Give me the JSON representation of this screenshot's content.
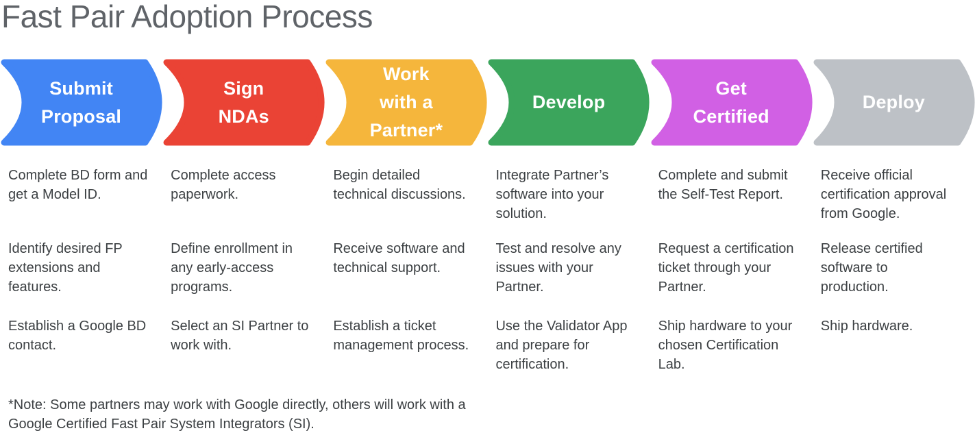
{
  "title": "Fast Pair Adoption Process",
  "colors": {
    "blue": "#4285F4",
    "red": "#EA4335",
    "yellow": "#F5B63C",
    "green": "#3BA55C",
    "magenta": "#D160E4",
    "gray": "#BDC1C6",
    "title_text": "#5F6368",
    "body_text": "#3C4043",
    "label_text": "#FFFFFF"
  },
  "stages": [
    {
      "label": "Submit\nProposal",
      "color": "#4285F4",
      "steps": [
        "Complete BD form and\nget a Model ID.",
        "Identify desired FP\nextensions and\nfeatures.",
        "Establish a Google BD\ncontact."
      ]
    },
    {
      "label": "Sign\nNDAs",
      "color": "#EA4335",
      "steps": [
        "Complete access\npaperwork.",
        "Define enrollment in\nany early-access\nprograms.",
        "Select an SI Partner to\nwork with."
      ]
    },
    {
      "label": "Work\nwith a\nPartner*",
      "color": "#F5B63C",
      "steps": [
        "Begin detailed\ntechnical discussions.",
        "Receive software and\ntechnical support.",
        "Establish a ticket\nmanagement process."
      ]
    },
    {
      "label": "Develop",
      "color": "#3BA55C",
      "steps": [
        "Integrate Partner’s\nsoftware into your\nsolution.",
        "Test and resolve any\nissues with your\nPartner.",
        "Use the Validator App\nand prepare for\ncertification."
      ]
    },
    {
      "label": "Get\nCertified",
      "color": "#D160E4",
      "steps": [
        "Complete and submit\nthe Self-Test Report.",
        "Request a certification\nticket through your\nPartner.",
        "Ship hardware to your\nchosen Certification\nLab."
      ]
    },
    {
      "label": "Deploy",
      "color": "#BDC1C6",
      "steps": [
        "Receive official\ncertification approval\nfrom Google.",
        "Release certified\nsoftware to\nproduction.",
        "Ship hardware."
      ]
    }
  ],
  "note": "*Note: Some partners may work with Google directly, others will work with a\nGoogle Certified Fast Pair System Integrators (SI)."
}
